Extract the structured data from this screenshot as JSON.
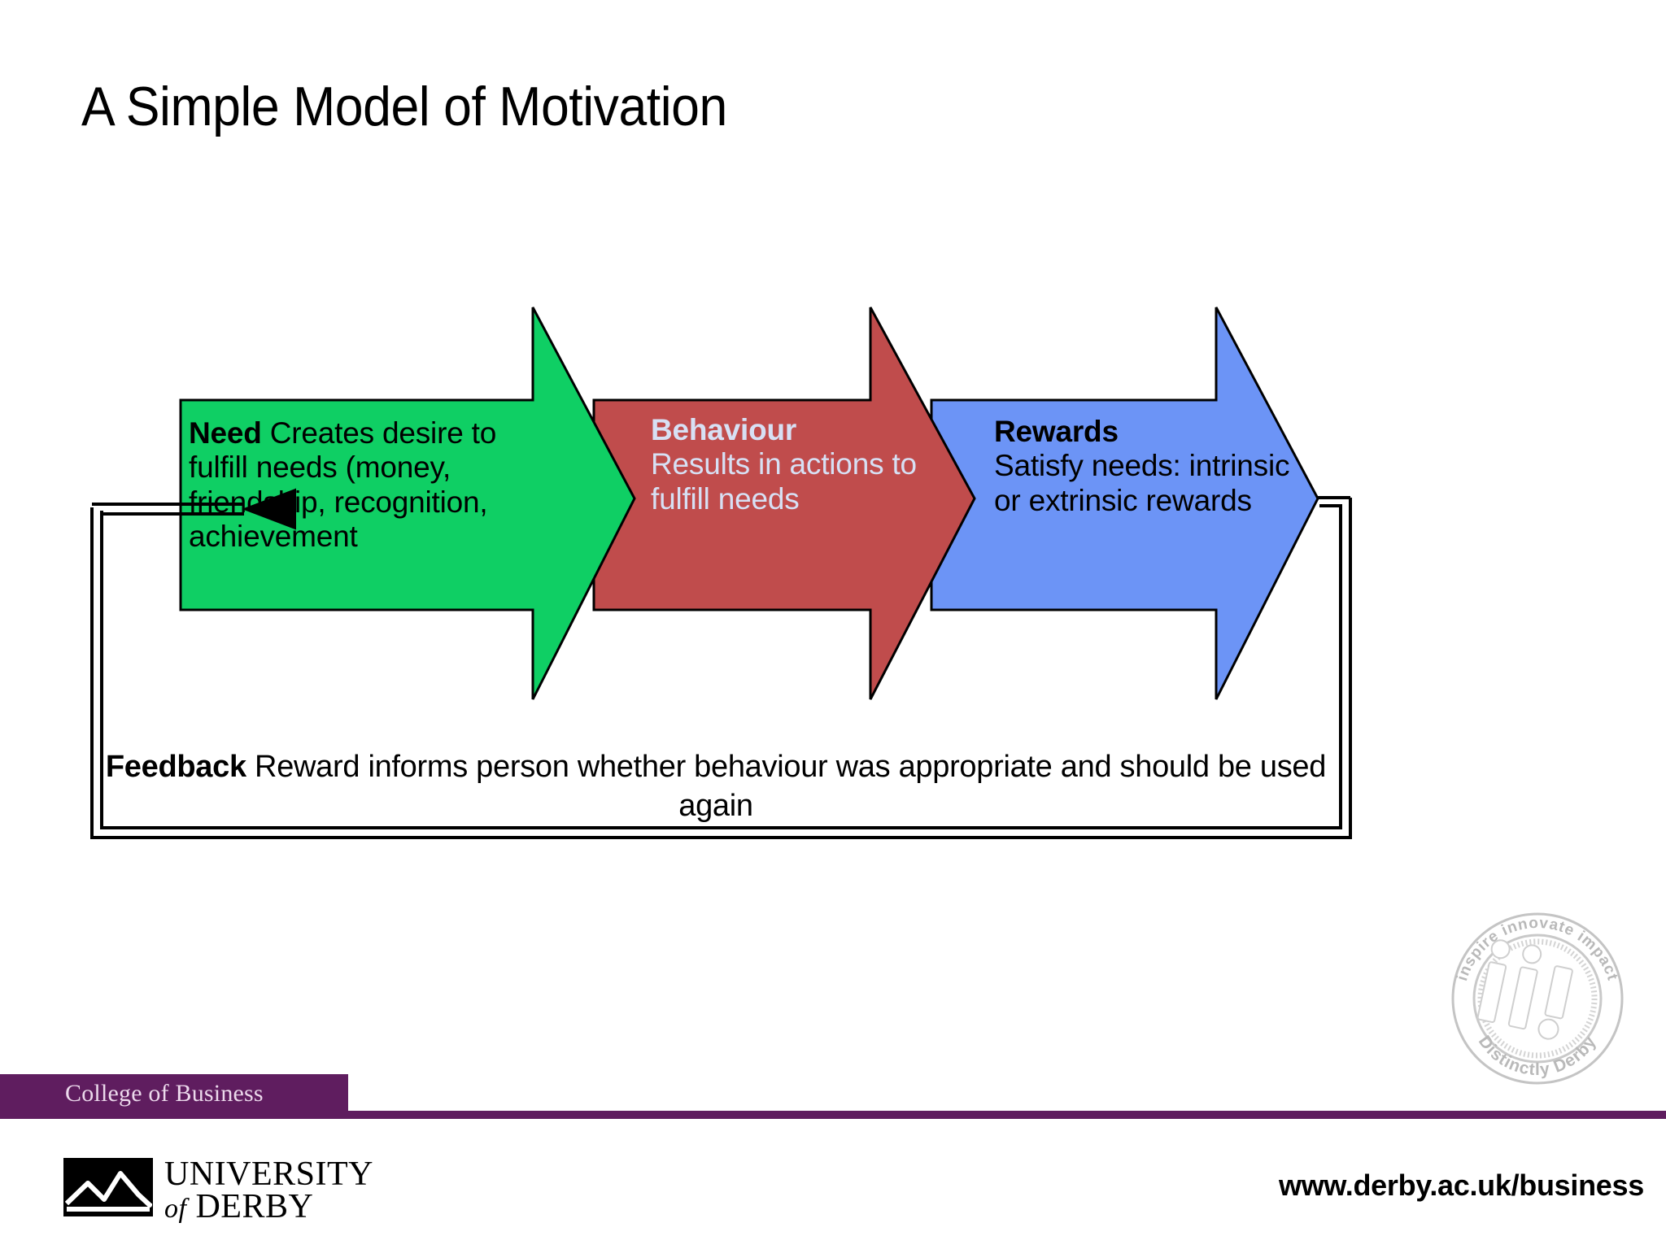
{
  "slide": {
    "title": "A Simple Model of Motivation",
    "background_color": "#ffffff"
  },
  "diagram": {
    "type": "chevron-process-flow-with-feedback-loop",
    "stages": [
      {
        "id": "need",
        "lead": "Need",
        "body": " Creates desire to fulfill needs (money, friendship, recognition, achievement",
        "fill_color": "#0fcf64",
        "text_color": "#000000"
      },
      {
        "id": "behaviour",
        "lead": "Behaviour",
        "body": "\nResults in actions to fulfill needs",
        "fill_color": "#c04c4c",
        "text_color": "#d7e0f4"
      },
      {
        "id": "rewards",
        "lead": "Rewards",
        "body": "\nSatisfy needs: intrinsic or extrinsic rewards",
        "fill_color": "#6c94f6",
        "text_color": "#000000"
      }
    ],
    "feedback": {
      "lead": "Feedback",
      "body": " Reward informs person whether behaviour was appropriate and should be used again",
      "line_color": "#000000"
    }
  },
  "watermark": {
    "top_arc_text": "inspire  innovate  impact",
    "bottom_arc_text": "Distinctly Derby",
    "center_glyphs": "ii!",
    "color": "#bdbdbd"
  },
  "footer": {
    "bar_label": "College of Business",
    "bar_color": "#5f1d5f",
    "logo_line1": "UNIVERSITY",
    "logo_of": "of",
    "logo_line2": "DERBY",
    "url": "www.derby.ac.uk/business"
  }
}
